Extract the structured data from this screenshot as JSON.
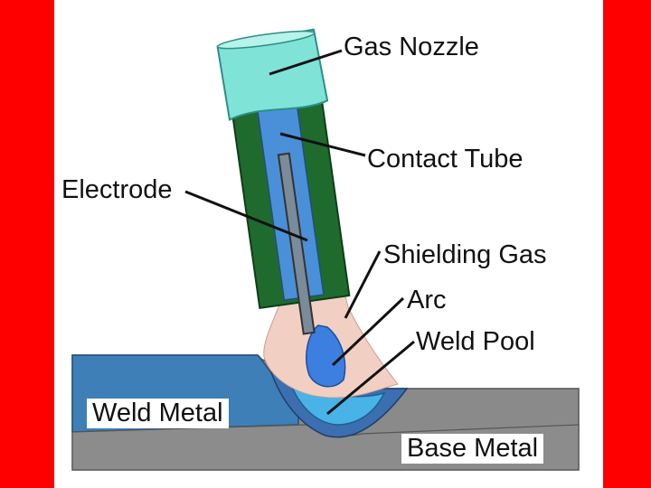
{
  "labels": {
    "gas_nozzle": "Gas Nozzle",
    "contact_tube": "Contact Tube",
    "electrode": "Electrode",
    "shielding_gas": "Shielding Gas",
    "arc": "Arc",
    "weld_pool": "Weld Pool",
    "weld_metal": "Weld Metal",
    "base_metal": "Base Metal"
  },
  "colors": {
    "frame": "#ff0000",
    "background": "#ffffff",
    "nozzle_tip": "#7fe3d8",
    "nozzle_body": "#1f6b2e",
    "contact_tube": "#4a90d9",
    "electrode": "#7a8b9a",
    "shielding_gas": "#f2cfc3",
    "arc": "#3d7fe0",
    "weld_pool": "#49b3e8",
    "weld_metal": "#3e7fb8",
    "base_metal": "#8c8c8c"
  }
}
